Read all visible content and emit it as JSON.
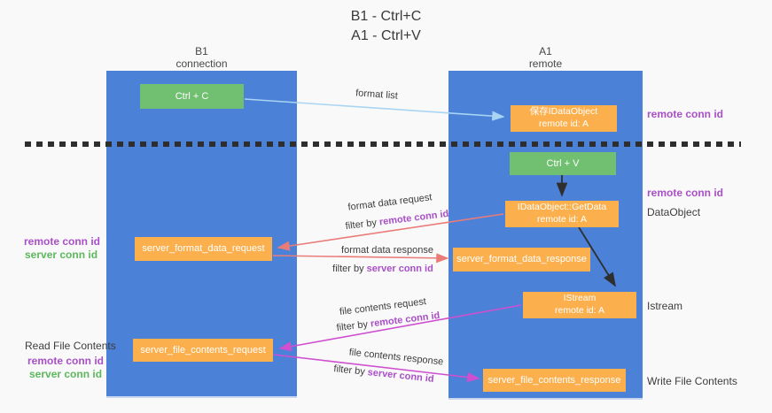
{
  "title": {
    "line1": "B1 - Ctrl+C",
    "line2": "A1 - Ctrl+V"
  },
  "lanes": {
    "left": {
      "name": "B1",
      "role": "connection"
    },
    "right": {
      "name": "A1",
      "role": "remote"
    }
  },
  "nodes": {
    "ctrl_c": {
      "label": "Ctrl + C"
    },
    "ctrl_v": {
      "label": "Ctrl + V"
    },
    "saved_idataobject": {
      "line1": "保存IDataObject",
      "line2": "remote id: A"
    },
    "getdata": {
      "line1": "IDataObject::GetData",
      "line2": "remote id: A"
    },
    "istream": {
      "line1": "IStream",
      "line2": "remote id: A"
    },
    "server_format_data_request": {
      "label": "server_format_data_request"
    },
    "server_format_data_response": {
      "label": "server_format_data_response"
    },
    "server_file_contents_request": {
      "label": "server_file_contents_request"
    },
    "server_file_contents_response": {
      "label": "server_file_contents_response"
    }
  },
  "arrow_labels": {
    "format_list": "format list",
    "format_data_request": "format data request",
    "format_data_response": "format data response",
    "file_contents_request": "file contents request",
    "file_contents_response": "file contents response",
    "filter_by": "filter by"
  },
  "side_labels": {
    "remote_conn_id": "remote conn id",
    "server_conn_id": "server conn id",
    "dataobject": "DataObject",
    "istream": "Istream",
    "read_file_contents": "Read File Contents",
    "write_file_contents": "Write File Contents"
  },
  "colors": {
    "lane_blue": "#4c81d8",
    "box_green": "#71bf70",
    "box_orange": "#fbaf4d",
    "purple_text": "#a94fc8",
    "green_text": "#5cb85c",
    "arrow_lightblue": "#a9d5f3",
    "arrow_salmon": "#e97c79",
    "arrow_magenta": "#cf4fd0",
    "arrow_black": "#2f2f2f"
  }
}
